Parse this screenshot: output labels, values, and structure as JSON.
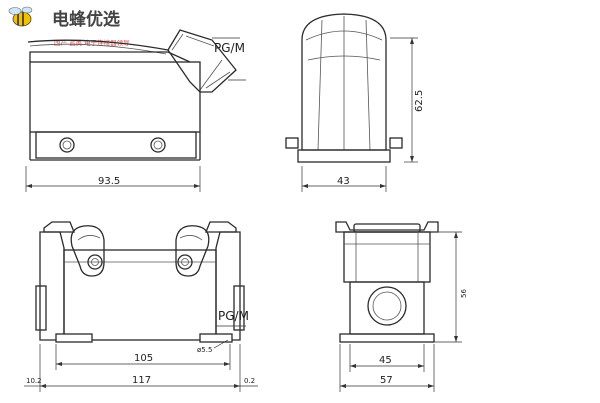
{
  "watermark": {
    "title": "电蜂优选",
    "subtitle": "国产 蓝奥 电子连接器领导"
  },
  "labels": {
    "pg_m_top": "PG/M",
    "pg_m_bottom": "PG/M",
    "dim_93_5": "93.5",
    "dim_43": "43",
    "dim_62_5": "62.5",
    "dim_105": "105",
    "dim_117": "117",
    "dim_10_2_left": "10.2",
    "dim_0_2_right": "0.2",
    "dim_hole": "ø5.5",
    "dim_45": "45",
    "dim_57": "57",
    "dim_56": "56"
  }
}
